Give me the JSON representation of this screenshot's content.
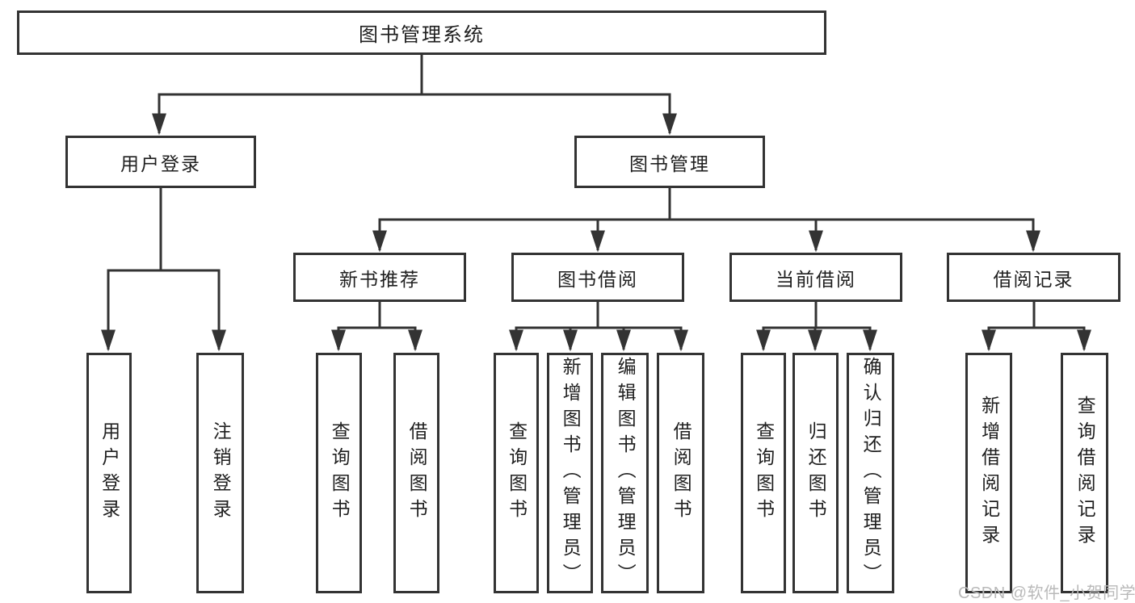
{
  "tree": {
    "label": "图书管理系统",
    "children": [
      {
        "label": "用户登录",
        "children": [
          {
            "label": "用户登录"
          },
          {
            "label": "注销登录"
          }
        ]
      },
      {
        "label": "图书管理",
        "children": [
          {
            "label": "新书推荐",
            "children": [
              {
                "label": "查询图书"
              },
              {
                "label": "借阅图书"
              }
            ]
          },
          {
            "label": "图书借阅",
            "children": [
              {
                "label": "查询图书"
              },
              {
                "label": "新增图书（管理员）"
              },
              {
                "label": "编辑图书（管理员）"
              },
              {
                "label": "借阅图书"
              }
            ]
          },
          {
            "label": "当前借阅",
            "children": [
              {
                "label": "查询图书"
              },
              {
                "label": "归还图书"
              },
              {
                "label": "确认归还（管理员）"
              }
            ]
          },
          {
            "label": "借阅记录",
            "children": [
              {
                "label": "新增借阅记录"
              },
              {
                "label": "查询借阅记录"
              }
            ]
          }
        ]
      }
    ]
  },
  "watermark": "CSDN @软件_小贺同学",
  "colors": {
    "line": "#333333",
    "box_border": "#333333",
    "text": "#1f1f1f",
    "watermark": "#b9b9b9",
    "background": "#ffffff"
  }
}
